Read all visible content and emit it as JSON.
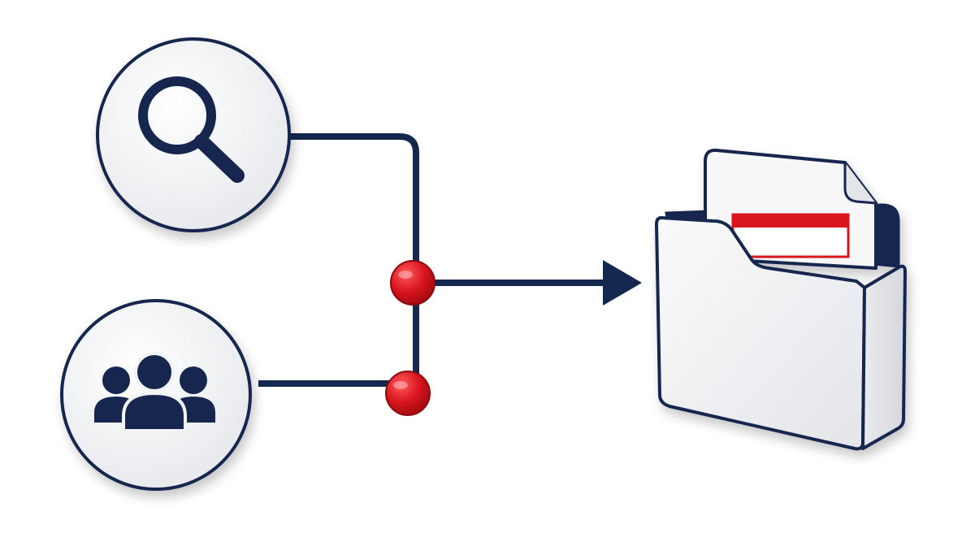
{
  "nodes": [
    {
      "id": "search",
      "icon": "search-icon"
    },
    {
      "id": "users",
      "icon": "users-group-icon"
    }
  ],
  "junctions": [
    {
      "id": "junction-upper"
    },
    {
      "id": "junction-lower"
    }
  ],
  "target": {
    "icon": "folder-with-document-icon"
  },
  "colors": {
    "navy": "#13274F",
    "accent_red": "#D8141C",
    "node_fill": "#F2F3F5",
    "folder_fill": "#F0F1F3",
    "document_fill": "#F7F7F8"
  }
}
